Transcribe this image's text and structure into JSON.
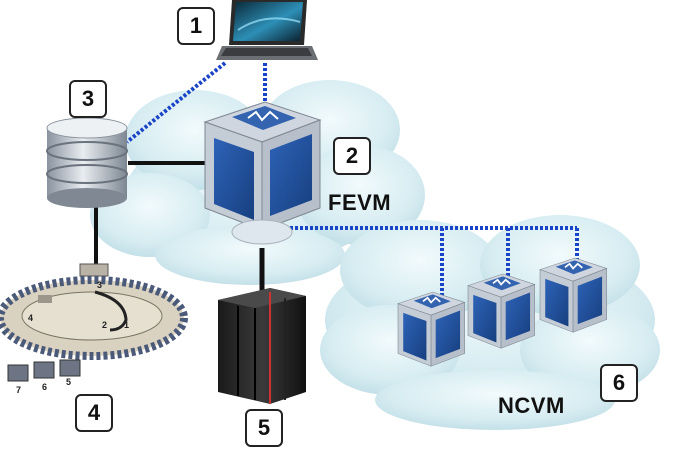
{
  "diagram": {
    "badges": [
      "1",
      "2",
      "3",
      "4",
      "5",
      "6"
    ],
    "labels": {
      "fevm": "FEVM",
      "ncvm": "NCVM"
    },
    "tray_numbers": [
      "3",
      "4",
      "2",
      "1",
      "7",
      "6",
      "5"
    ],
    "colors": {
      "network_link": "#1a44c8",
      "wired_link": "#111111",
      "cloud": "#cfe8ee",
      "vm_blue": "#1f4f9a"
    }
  }
}
